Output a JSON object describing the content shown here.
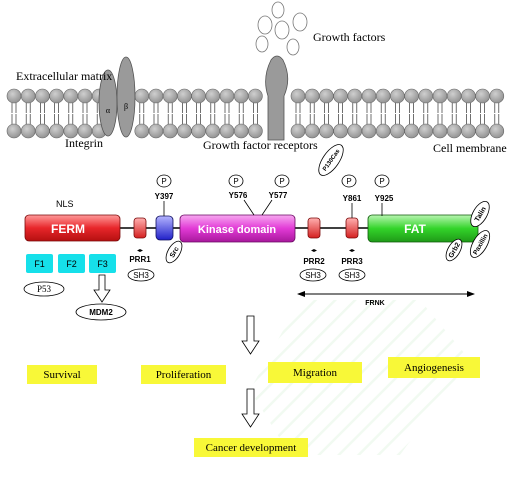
{
  "membrane": {
    "extracellular_label": "Extracellular matrix",
    "integrin_label": "Integrin",
    "integrin_alpha": "α",
    "integrin_beta": "β",
    "growth_factors_label": "Growth factors",
    "receptors_label": "Growth factor receptors",
    "cell_membrane_label": "Cell membrane"
  },
  "protein": {
    "nls_label": "NLS",
    "ferm_label": "FERM",
    "kinase_label": "Kinase domain",
    "fat_label": "FAT",
    "y397": "Y397",
    "y576": "Y576",
    "y577": "Y577",
    "y861": "Y861",
    "y925": "Y925",
    "phospho_label": "P",
    "p130cas": "P130Cas",
    "src": "Src",
    "talin": "Talin",
    "paxillin": "Paxillin",
    "grb2": "Grb2",
    "prr1": "PRR1",
    "prr2": "PRR2",
    "prr3": "PRR3",
    "sh3": "SH3",
    "f1": "F1",
    "f2": "F2",
    "f3": "F3",
    "p53": "P53",
    "mdm2": "MDM2",
    "frnk": "FRNK"
  },
  "outcomes": {
    "survival": "Survival",
    "proliferation": "Proliferation",
    "migration": "Migration",
    "angiogenesis": "Angiogenesis",
    "cancer": "Cancer development"
  },
  "colors": {
    "ferm": "#e8262a",
    "kinase": "#e23ad6",
    "fat": "#33d42a",
    "f_box": "#16e0ea",
    "outcome_box": "#f8f838",
    "lipid": "#a9a9a9",
    "prr_box": "#ee4040",
    "y397_box": "#4b4bff"
  }
}
